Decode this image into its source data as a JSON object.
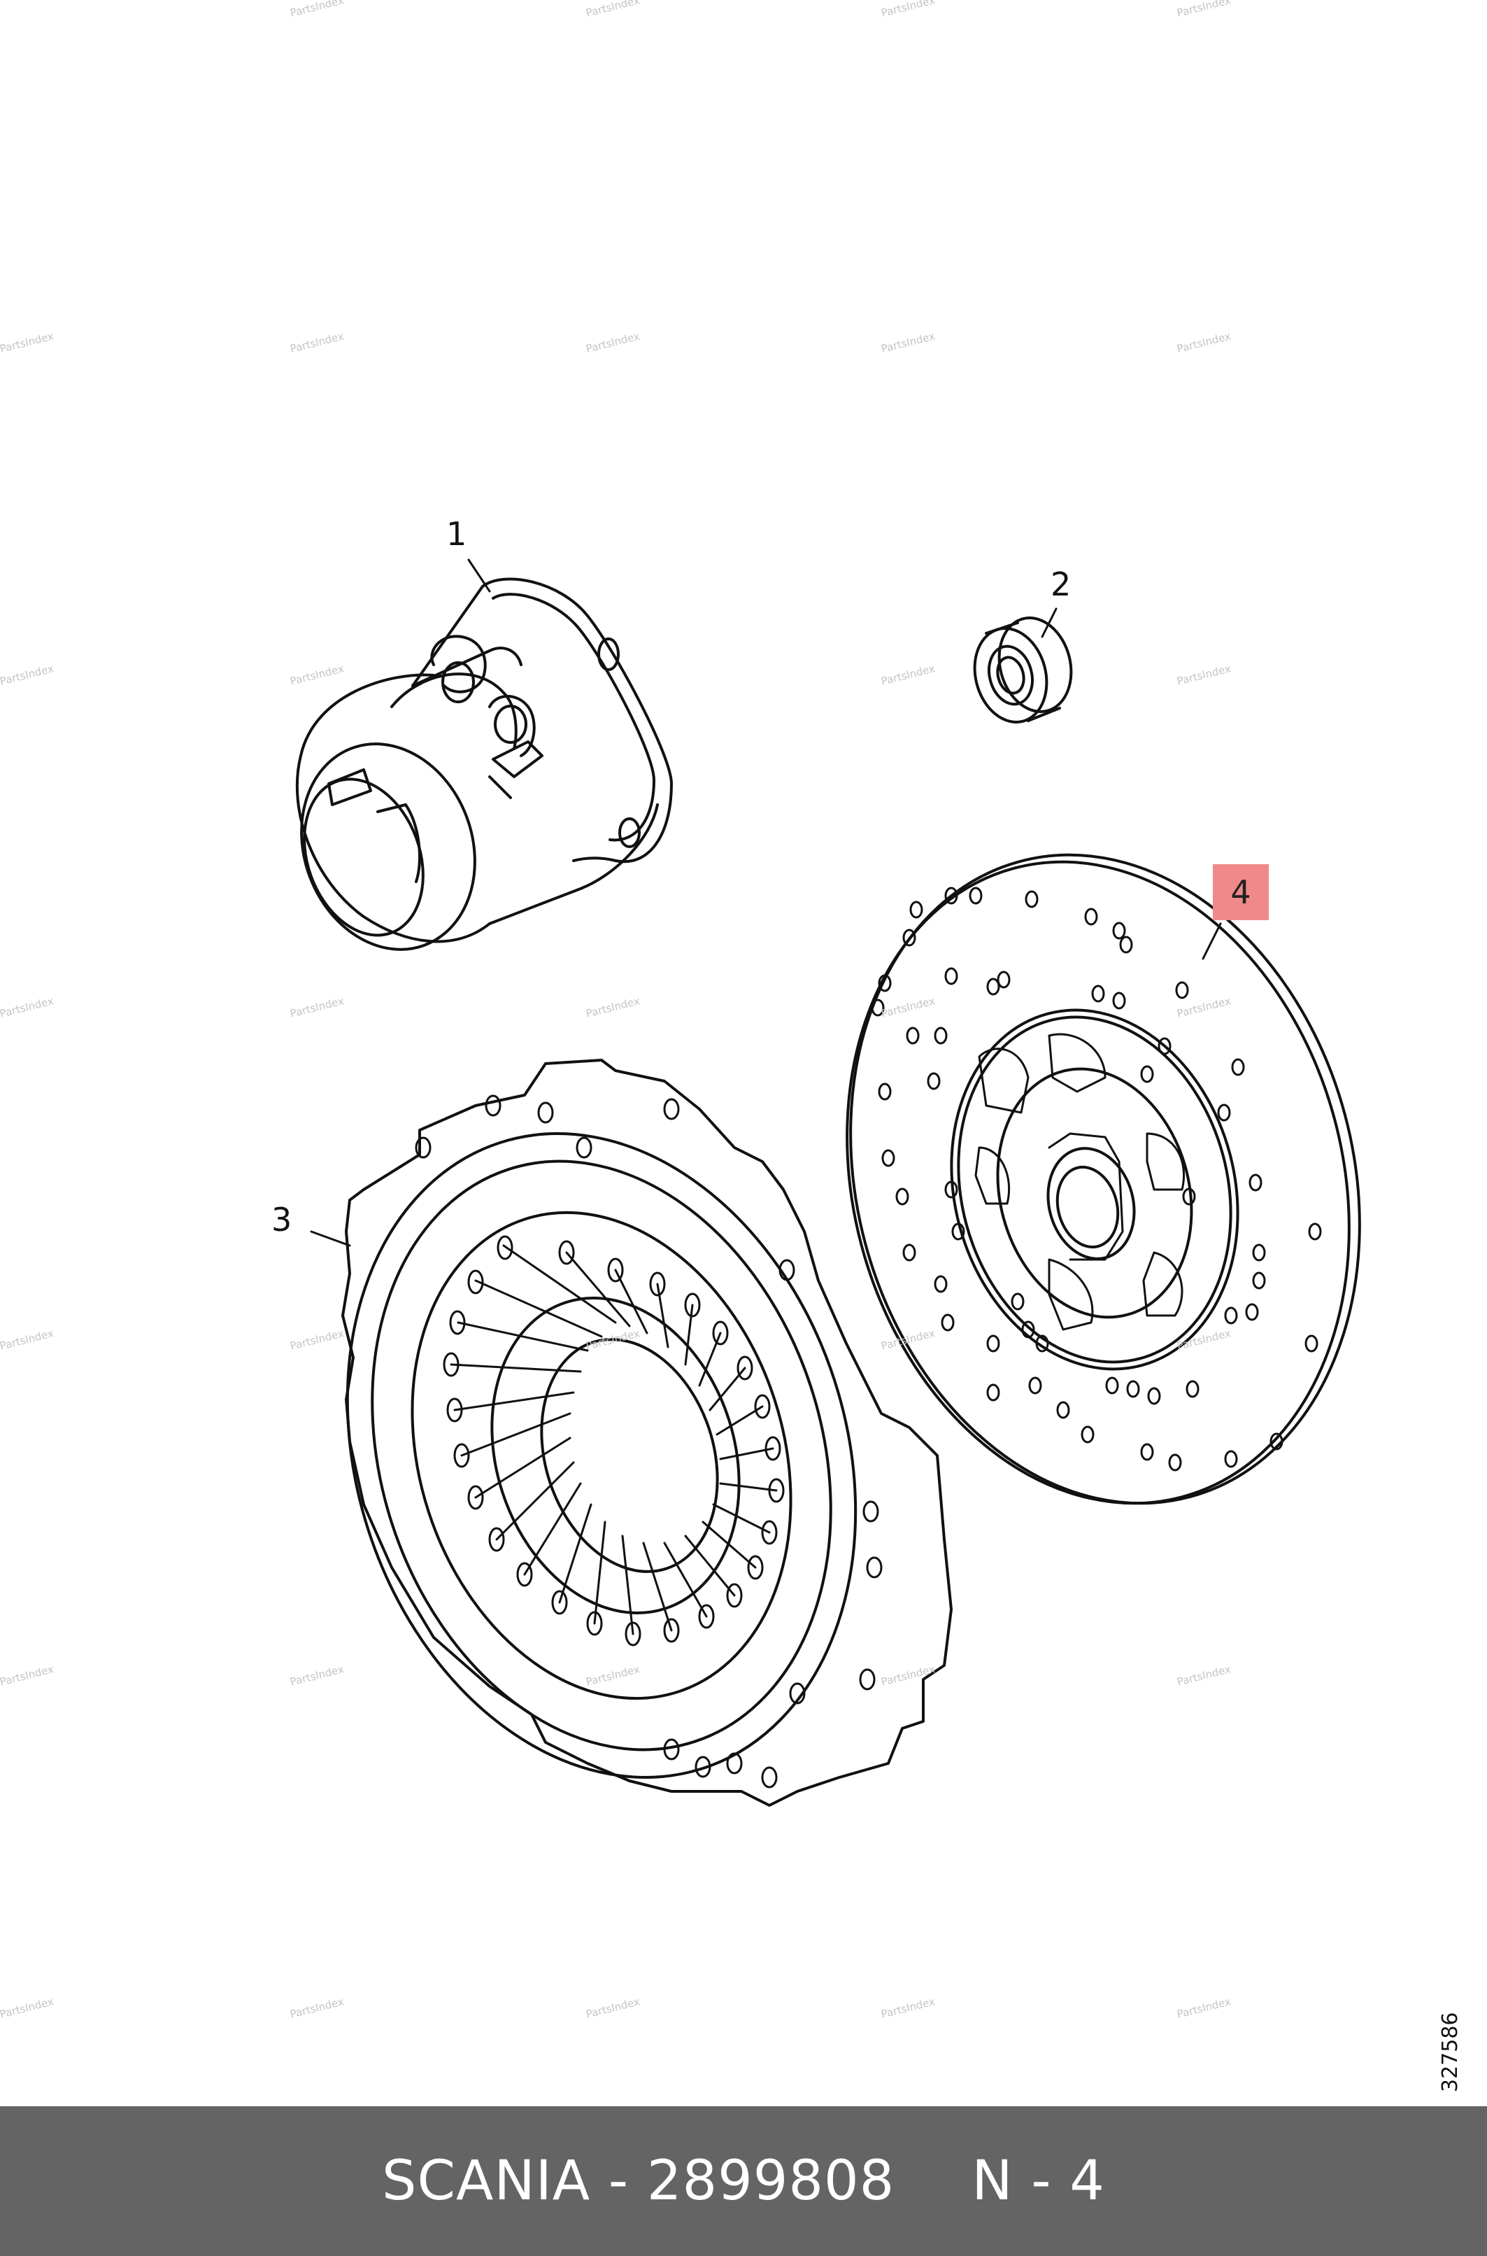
{
  "watermark": "PartsIndex",
  "callouts": {
    "c1": "1",
    "c2": "2",
    "c3": "3",
    "c4": "4"
  },
  "highlight_color": "#f08a8a",
  "document_number": "327586",
  "footer": {
    "brand_part": "SCANIA - 2899808",
    "position_label": "N - 4"
  },
  "footer_background": "#646464"
}
